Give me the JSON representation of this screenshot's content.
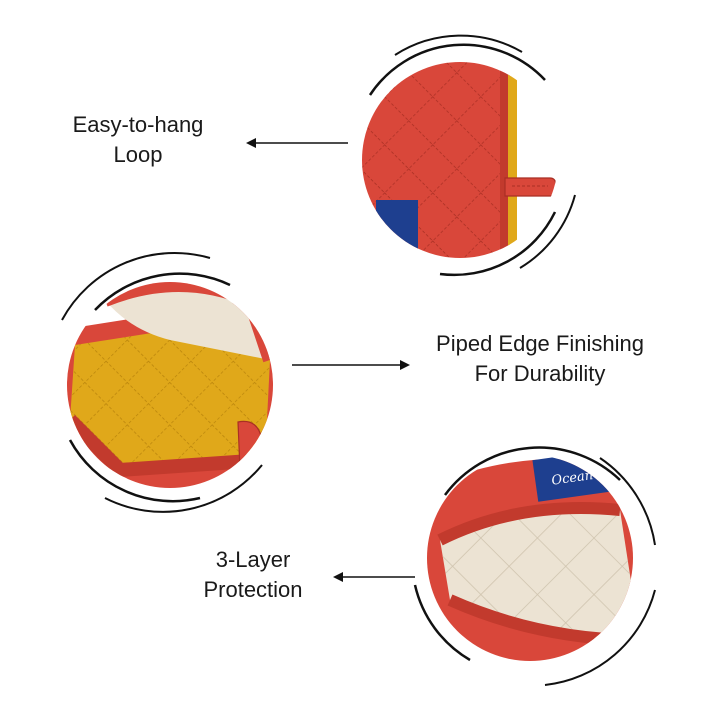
{
  "features": [
    {
      "line1": "Easy-to-hang",
      "line2": "Loop",
      "photo": "hanging-loop-closeup"
    },
    {
      "line1": "Piped Edge Finishing",
      "line2": "For Durability",
      "photo": "piped-edge-closeup"
    },
    {
      "line1": "3-Layer",
      "line2": "Protection",
      "photo": "mitt-interior-closeup"
    }
  ],
  "brand_tag_text": "Ocean",
  "colors": {
    "fabric_red": "#d9473a",
    "fabric_red_dark": "#b83629",
    "lining_yellow": "#e0a81a",
    "lining_linen": "#ece3d3",
    "tag_blue": "#1e3f8f",
    "arrow": "#111111"
  }
}
